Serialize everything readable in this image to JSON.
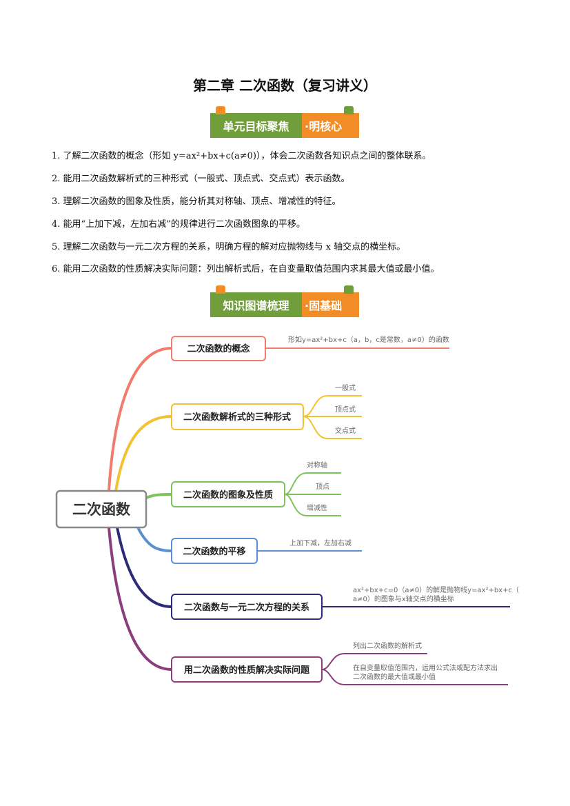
{
  "title": "第二章 二次函数（复习讲义）",
  "banner1": {
    "left": "单元目标聚焦",
    "right": "·明核心"
  },
  "objectives": [
    "1. 了解二次函数的概念（形如 y=ax²+bx+c(a≠0)），体会二次函数各知识点之间的整体联系。",
    "2. 能用二次函数解析式的三种形式（一般式、顶点式、交点式）表示函数。",
    "3. 理解二次函数的图象及性质，能分析其对称轴、顶点、增减性的特征。",
    "4. 能用“上加下减，左加右减”的规律进行二次函数图象的平移。",
    "5. 理解二次函数与一元二次方程的关系，明确方程的解对应抛物线与 x 轴交点的横坐标。",
    "6. 能用二次函数的性质解决实际问题：列出解析式后，在自变量取值范围内求其最大值或最小值。"
  ],
  "banner2": {
    "left": "知识图谱梳理",
    "right": "·固基础"
  },
  "mindmap": {
    "root": "二次函数",
    "branches": [
      {
        "label": "二次函数的概念",
        "color": "#f07c6c",
        "notes": [
          "形如y=ax²+bx+c（a，b，c是常数，a≠0）的函数"
        ]
      },
      {
        "label": "二次函数解析式的三种形式",
        "color": "#f2c233",
        "notes": [
          "一般式",
          "顶点式",
          "交点式"
        ]
      },
      {
        "label": "二次函数的图象及性质",
        "color": "#7cc35c",
        "notes": [
          "对称轴",
          "顶点",
          "增减性"
        ]
      },
      {
        "label": "二次函数的平移",
        "color": "#5b8fd0",
        "notes": [
          "上加下减，左加右减"
        ]
      },
      {
        "label": "二次函数与一元二次方程的关系",
        "color": "#2d2b78",
        "notes": [
          "ax²+bx+c=0（a≠0）的解是抛物线y=ax²+bx+c（",
          "a≠0）的图象与x轴交点的横坐标"
        ]
      },
      {
        "label": "用二次函数的性质解决实际问题",
        "color": "#8c3d7c",
        "notes": [
          "列出二次函数的解析式",
          "在自变量取值范围内，运用公式法或配方法求出",
          "二次函数的最大值或最小值"
        ]
      }
    ]
  }
}
